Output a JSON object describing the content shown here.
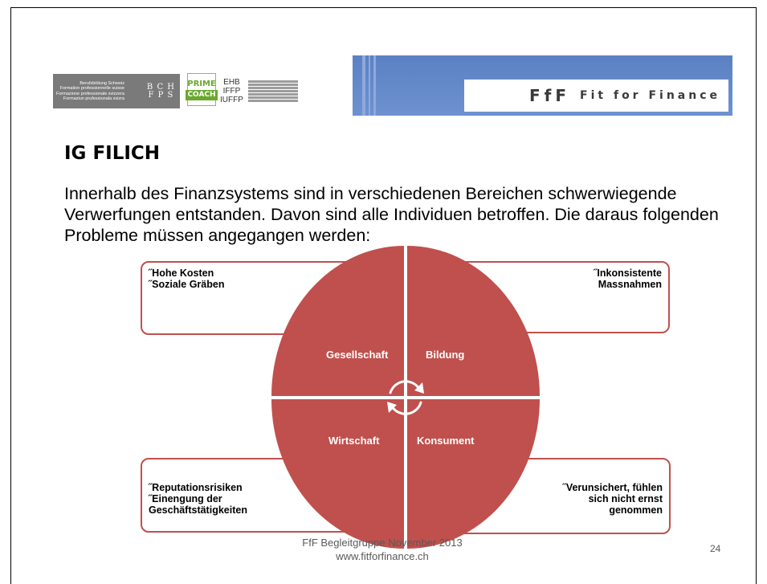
{
  "logos": {
    "berufsbildung_lines": [
      "Berufsbildung Schweiz",
      "Formation professionnelle suisse",
      "Formazione professionale svizzera",
      "Formaziun prufessiunala svizra"
    ],
    "berufsbildung_mono": [
      "B C H",
      "F P S"
    ],
    "prime_coach": [
      "PRIME",
      "COACH"
    ],
    "ehb_codes": [
      "EHB",
      "IFFP",
      "IUFFP"
    ]
  },
  "banner": {
    "ff": "FfF",
    "name": "Fit for Finance"
  },
  "title": "IG FILICH",
  "intro": "Innerhalb des Finanzsystems sind in verschiedenen Bereichen schwerwiegende Verwerfungen entstanden. Davon sind alle Individuen betroffen. Die daraus folgenden Probleme müssen angegangen werden:",
  "diagram": {
    "segments": {
      "top_left": "Gesellschaft",
      "top_right": "Bildung",
      "bottom_left": "Wirtschaft",
      "bottom_right": "Konsument"
    },
    "boxes": {
      "top_left": [
        "˝Hohe Kosten",
        "˝Soziale Gräben"
      ],
      "top_right": [
        "˝Inkonsistente",
        "Massnahmen"
      ],
      "bottom_left": [
        "˝Reputationsrisiken",
        "˝Einengung der",
        "Geschäftstätigkeiten"
      ],
      "bottom_right": [
        "˝Verunsichert, fühlen",
        "sich nicht ernst",
        "genommen"
      ]
    },
    "colors": {
      "segment": "#c0504d",
      "box_border": "#c0504d",
      "arrow": "#ffffff"
    }
  },
  "footer": {
    "line1": "FfF Begleitgruppe November 2013",
    "line2": "www.fitforfinance.ch",
    "page": "24"
  }
}
